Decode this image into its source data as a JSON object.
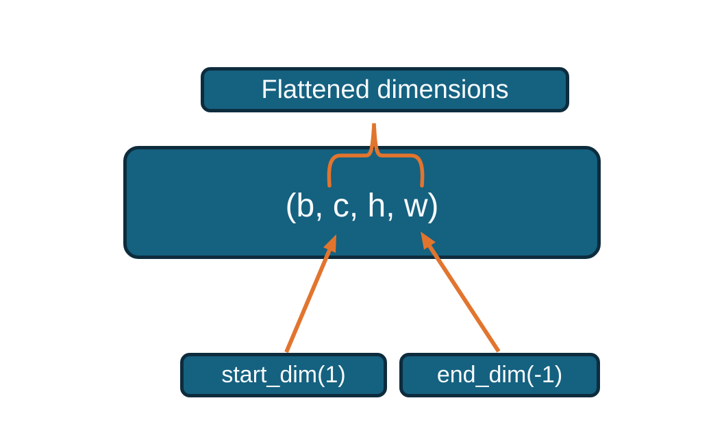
{
  "diagram": {
    "nodes": {
      "flattened": {
        "label": "Flattened dimensions"
      },
      "tensor": {
        "label": "(b, c, h, w)"
      },
      "start_dim": {
        "label": "start_dim(1)"
      },
      "end_dim": {
        "label": "end_dim(-1)"
      }
    },
    "connectors": [
      {
        "name": "curly-brace-connector",
        "color": "#e2752e"
      },
      {
        "name": "start-dim-arrow",
        "color": "#e2752e"
      },
      {
        "name": "end-dim-arrow",
        "color": "#e2752e"
      }
    ]
  },
  "colors": {
    "node_fill": "#156180",
    "node_border": "#0d2c3d",
    "connector_orange": "#e2752e",
    "text_color": "#f7fbfd",
    "background": "#ffffff"
  }
}
